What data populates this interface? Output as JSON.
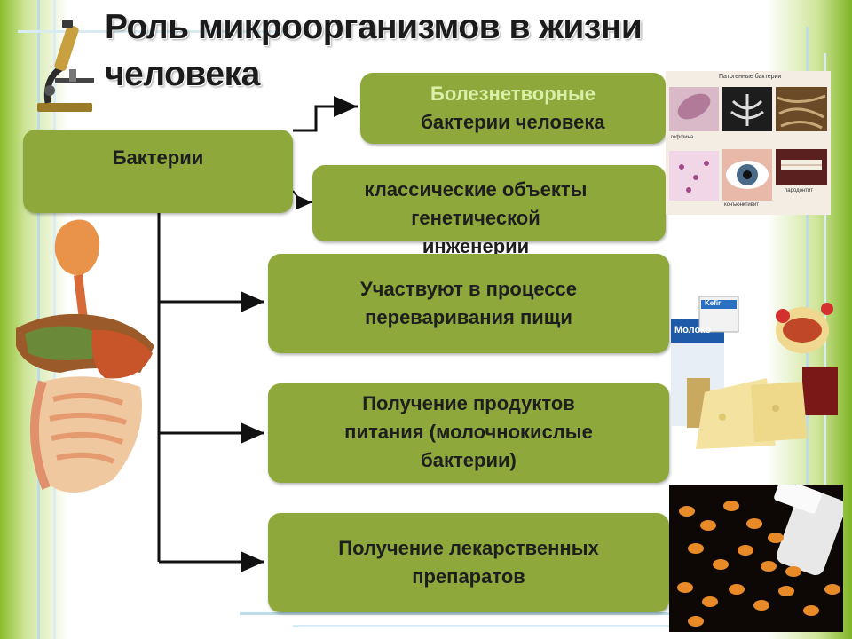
{
  "title": {
    "line1": "Роль микроорганизмов в жизни",
    "line2": "человека"
  },
  "main_box": {
    "label": "Бактерии"
  },
  "boxes": [
    {
      "lines": [
        "Болезнетворные",
        "бактерии человека"
      ]
    },
    {
      "lines": [
        "классические объекты",
        "генетической",
        "инженерии"
      ]
    },
    {
      "lines": [
        "Участвуют в процессе",
        "переваривания пищи"
      ]
    },
    {
      "lines": [
        "Получение продуктов",
        "питания (молочнокислые",
        "бактерии)"
      ]
    },
    {
      "lines": [
        "Получение лекарственных",
        "препаратов"
      ]
    }
  ],
  "images": {
    "pathogens": {
      "heading": "Патогенные бактерии",
      "captions": [
        "гоффина",
        "конъюнктивит",
        "пародонтит"
      ]
    },
    "dairy": {
      "carton_label": "Молоко",
      "brand": "Kefir"
    },
    "pills": {},
    "digestive": {},
    "microscope": {}
  },
  "colors": {
    "box_fill": "#8fa83c",
    "highlight_text": "#d9f0a8",
    "connector": "#111111"
  }
}
